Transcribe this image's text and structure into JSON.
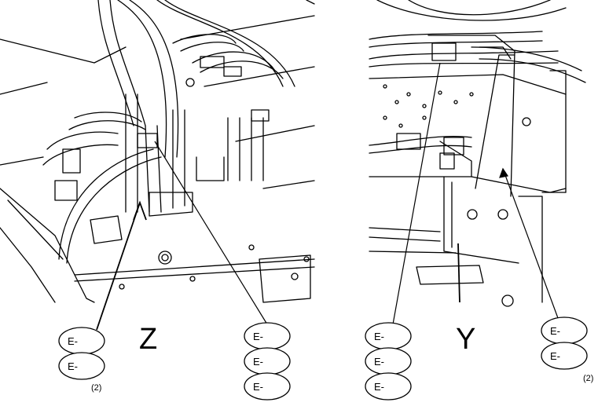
{
  "views": [
    {
      "letter": "Z",
      "callouts_left": [
        "E-",
        "E-"
      ],
      "qty_left": "(2)",
      "callouts_right": [
        "E-",
        "E-",
        "E-"
      ]
    },
    {
      "letter": "Y",
      "callouts_left": [
        "E-",
        "E-",
        "E-"
      ],
      "callouts_right": [
        "E-",
        "E-"
      ],
      "qty_right": "(2)"
    }
  ]
}
